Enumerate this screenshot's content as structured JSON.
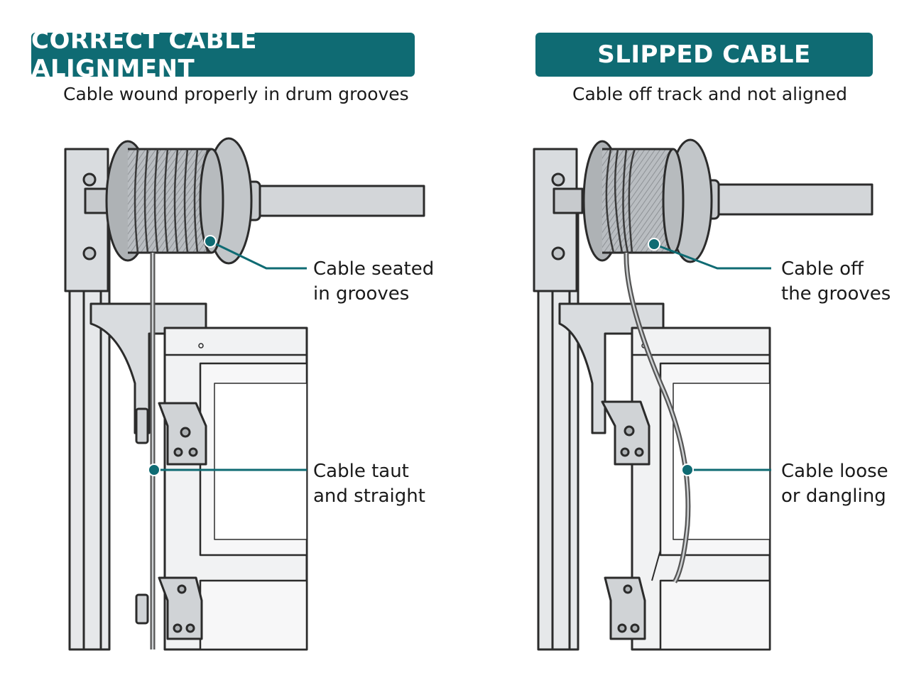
{
  "left_panel": {
    "title": "CORRECT CABLE ALIGNMENT",
    "subtitle": "Cable wound properly in drum grooves",
    "callouts": [
      {
        "line1": "Cable seated",
        "line2": "in grooves"
      },
      {
        "line1": "Cable taut",
        "line2": "and straight"
      }
    ]
  },
  "right_panel": {
    "title": "SLIPPED CABLE",
    "subtitle": "Cable off track and not aligned",
    "callouts": [
      {
        "line1": "Cable off",
        "line2": "the grooves"
      },
      {
        "line1": "Cable loose",
        "line2": "or dangling"
      }
    ]
  },
  "colors": {
    "accent": "#0f6b73",
    "metal": "#c9cdd0",
    "outline": "#2b2b2b"
  }
}
